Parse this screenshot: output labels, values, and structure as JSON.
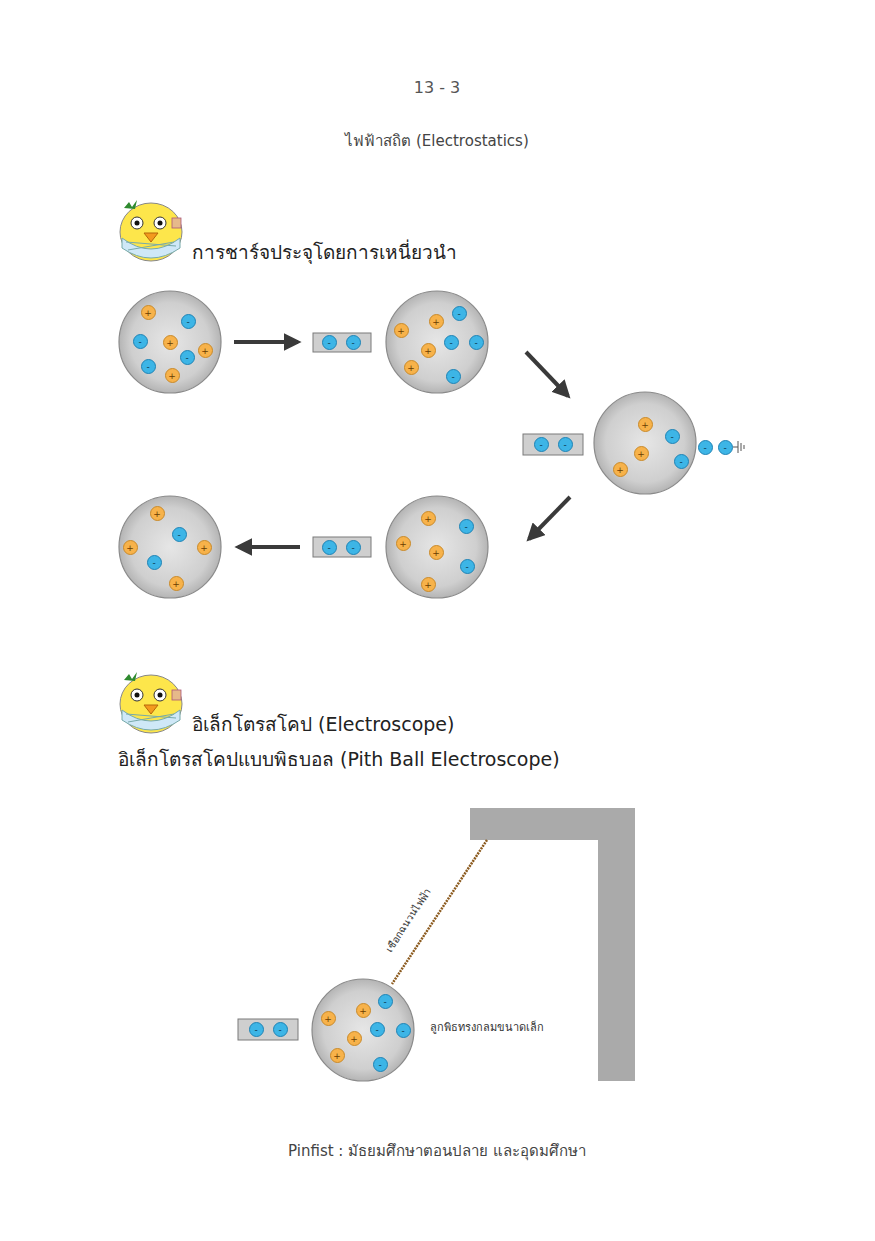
{
  "diagram": {
    "title": "ไฟฟ้าสถิต (Electrostatics)",
    "labels": [
      "13 - 3",
      "การชาร์จประจุโดยการเหนี่ยวนำ",
      "+",
      "-",
      "-",
      "+",
      "+",
      "-",
      "-",
      "+",
      "-",
      "-",
      "-",
      "+",
      "+",
      "-",
      "-",
      "+",
      "+",
      "-",
      "-",
      "-",
      "+",
      "-",
      "+",
      "-",
      "+",
      "-",
      "-",
      "+",
      "-",
      "+",
      "+",
      "-",
      "+",
      "-",
      "-",
      "+",
      "-",
      "+",
      "+",
      "-",
      "+",
      "อิเล็กโตรสโคป (Electroscope)",
      "อิเล็กโตรสโคปแบบพิธบอล (Pith Ball Electroscope)",
      "เชือกฉนวนไฟฟ้า",
      "+",
      "-",
      "+",
      "+",
      "-",
      "-",
      "+",
      "-",
      "-",
      "-",
      "ลูกพิธทรงกลมขนาดเล็ก",
      "Pinfist : มัธยมศึกษาตอนปลาย และอุดมศึกษา"
    ]
  }
}
